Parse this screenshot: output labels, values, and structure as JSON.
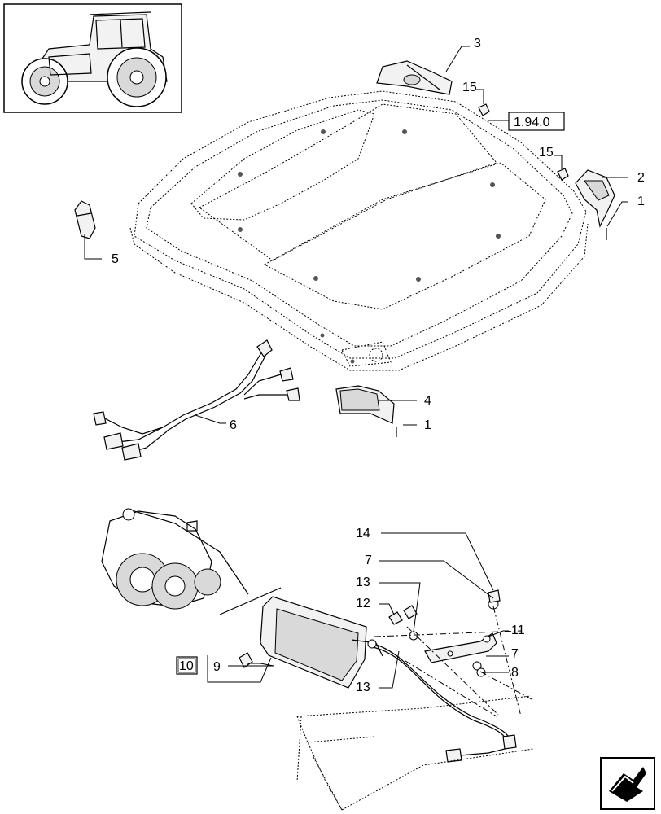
{
  "reference_box": "1.94.0",
  "callouts": {
    "c1": "1",
    "c1b": "1",
    "c2": "2",
    "c3": "3",
    "c4": "4",
    "c5": "5",
    "c6": "6",
    "c7a": "7",
    "c7b": "7",
    "c8": "8",
    "c9": "9",
    "c10": "10",
    "c11": "11",
    "c12": "12",
    "c13a": "13",
    "c13b": "13",
    "c14": "14",
    "c15a": "15",
    "c15b": "15"
  },
  "icons": {
    "thumbnail": "tractor-thumbnail-icon",
    "navigation": "next-page-arrow-icon"
  }
}
